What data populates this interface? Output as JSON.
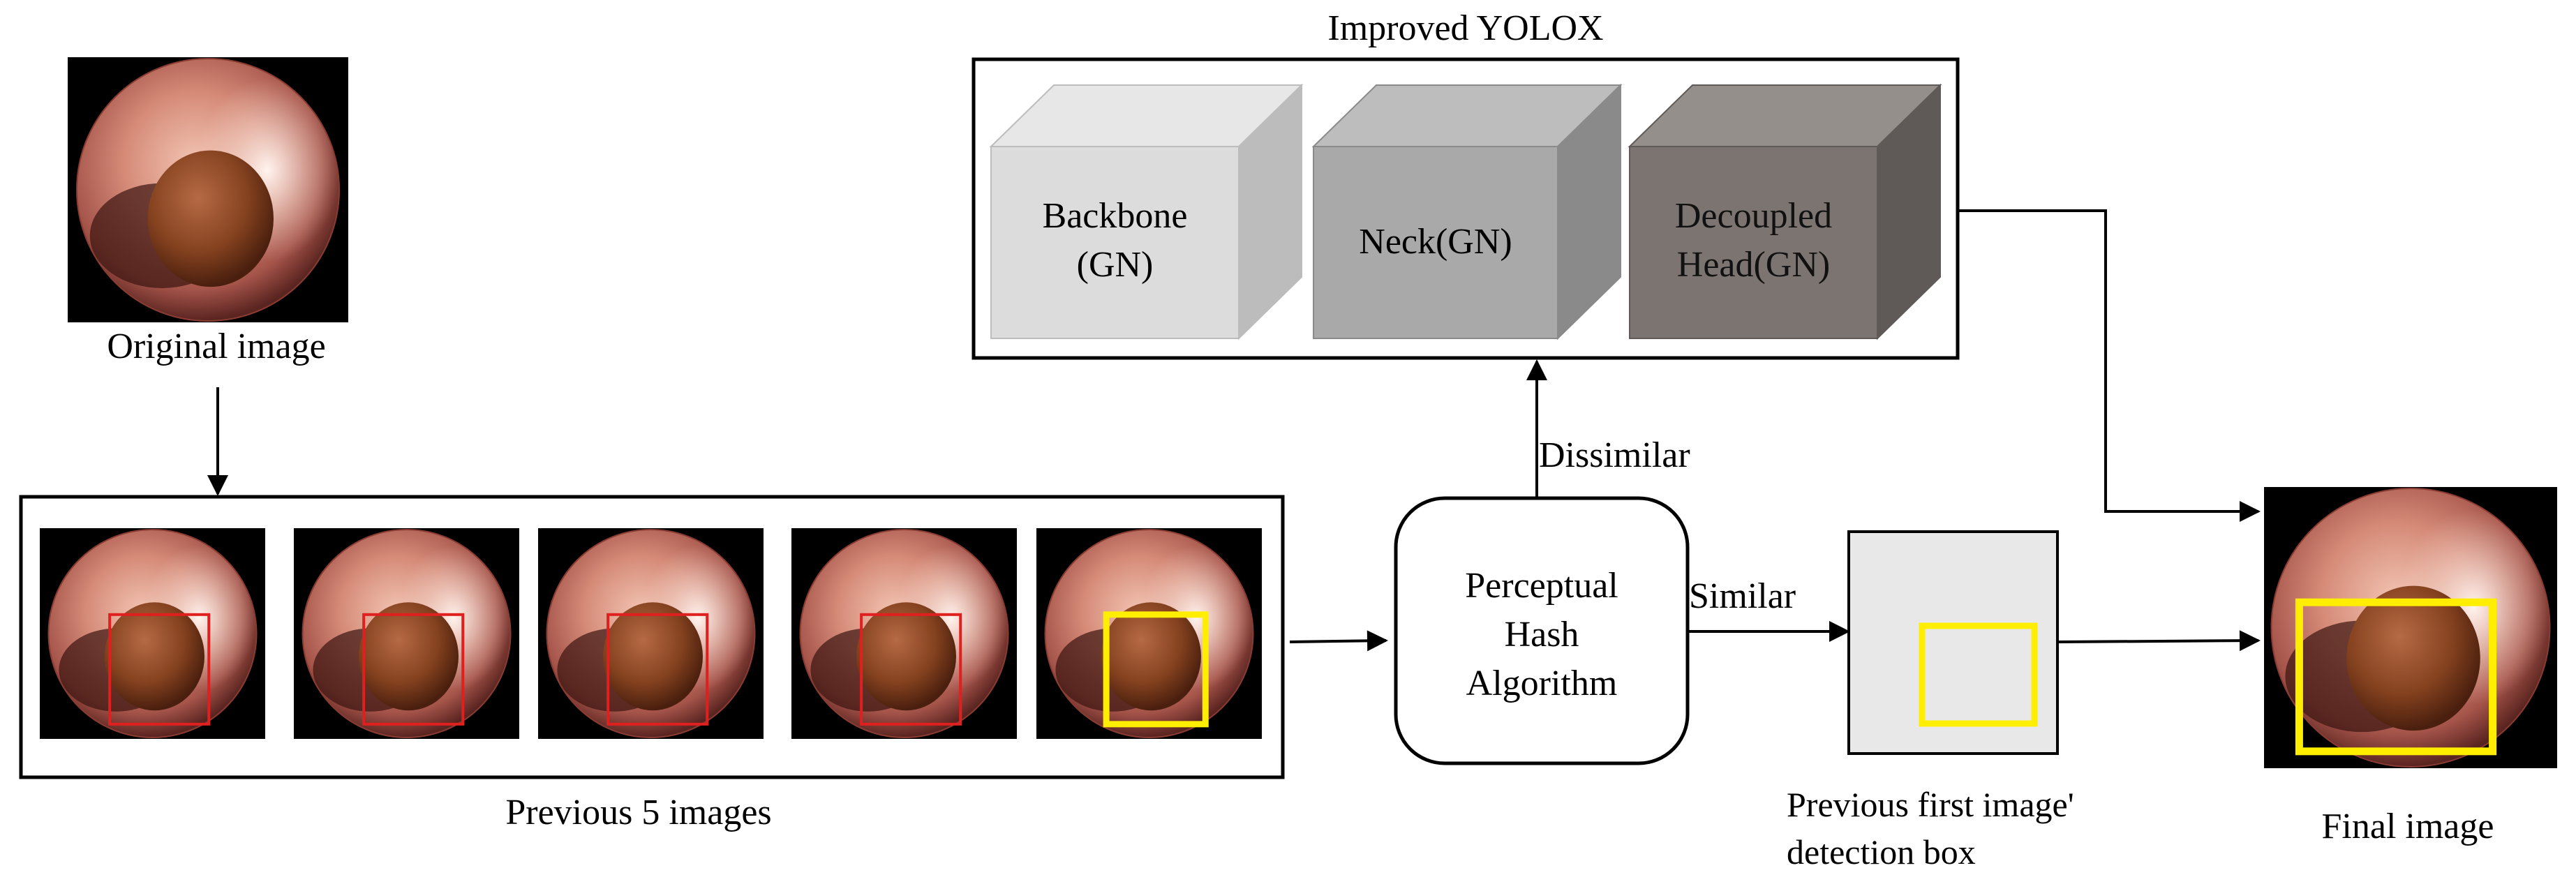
{
  "yolox": {
    "title": "Improved YOLOX",
    "blocks": [
      {
        "line1": "Backbone",
        "line2": "(GN)",
        "front": "#dcdcdc",
        "top": "#e7e7e7",
        "side": "#bcbcbc"
      },
      {
        "line1": "Neck(GN)",
        "line2": "",
        "front": "#a9a9a9",
        "top": "#bdbdbd",
        "side": "#8a8a8a"
      },
      {
        "line1": "Decoupled",
        "line2": "Head(GN)",
        "front": "#7b7470",
        "top": "#958f8b",
        "side": "#5f5a57"
      }
    ]
  },
  "original": {
    "label": "Original image"
  },
  "previous": {
    "label": "Previous 5 images",
    "box_colors": [
      "#e01f1f",
      "#e01f1f",
      "#e01f1f",
      "#e01f1f",
      "#ffee00"
    ]
  },
  "hash": {
    "line1": "Perceptual",
    "line2": "Hash",
    "line3": "Algorithm"
  },
  "edges": {
    "dissimilar": "Dissimilar",
    "similar": "Similar"
  },
  "detection": {
    "line1": "Previous first image'",
    "line2": "detection box",
    "box_color": "#ffee00"
  },
  "final": {
    "label": "Final image",
    "box_color": "#ffee00"
  }
}
